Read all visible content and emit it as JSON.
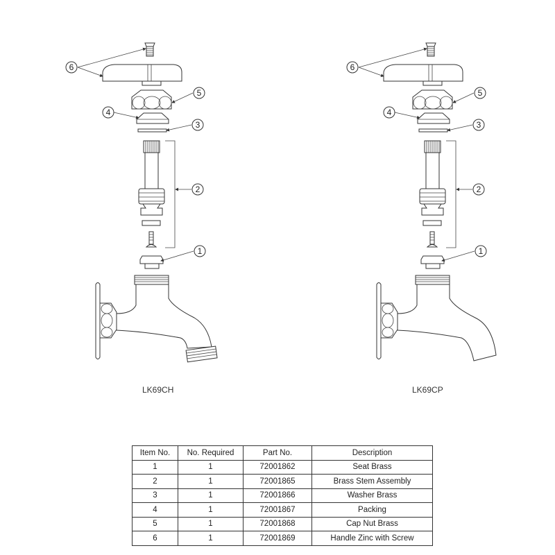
{
  "models": [
    {
      "name": "LK69CH",
      "callouts": [
        "1",
        "2",
        "3",
        "4",
        "5",
        "6"
      ]
    },
    {
      "name": "LK69CP",
      "callouts": [
        "1",
        "2",
        "3",
        "4",
        "5",
        "6"
      ]
    }
  ],
  "parts_table": {
    "headers": [
      "Item No.",
      "No. Required",
      "Part No.",
      "Description"
    ],
    "rows": [
      [
        "1",
        "1",
        "72001862",
        "Seat Brass"
      ],
      [
        "2",
        "1",
        "72001865",
        "Brass Stem Assembly"
      ],
      [
        "3",
        "1",
        "72001866",
        "Washer Brass"
      ],
      [
        "4",
        "1",
        "72001867",
        "Packing"
      ],
      [
        "5",
        "1",
        "72001868",
        "Cap Nut Brass"
      ],
      [
        "6",
        "1",
        "72001869",
        "Handle Zinc with Screw"
      ]
    ]
  }
}
